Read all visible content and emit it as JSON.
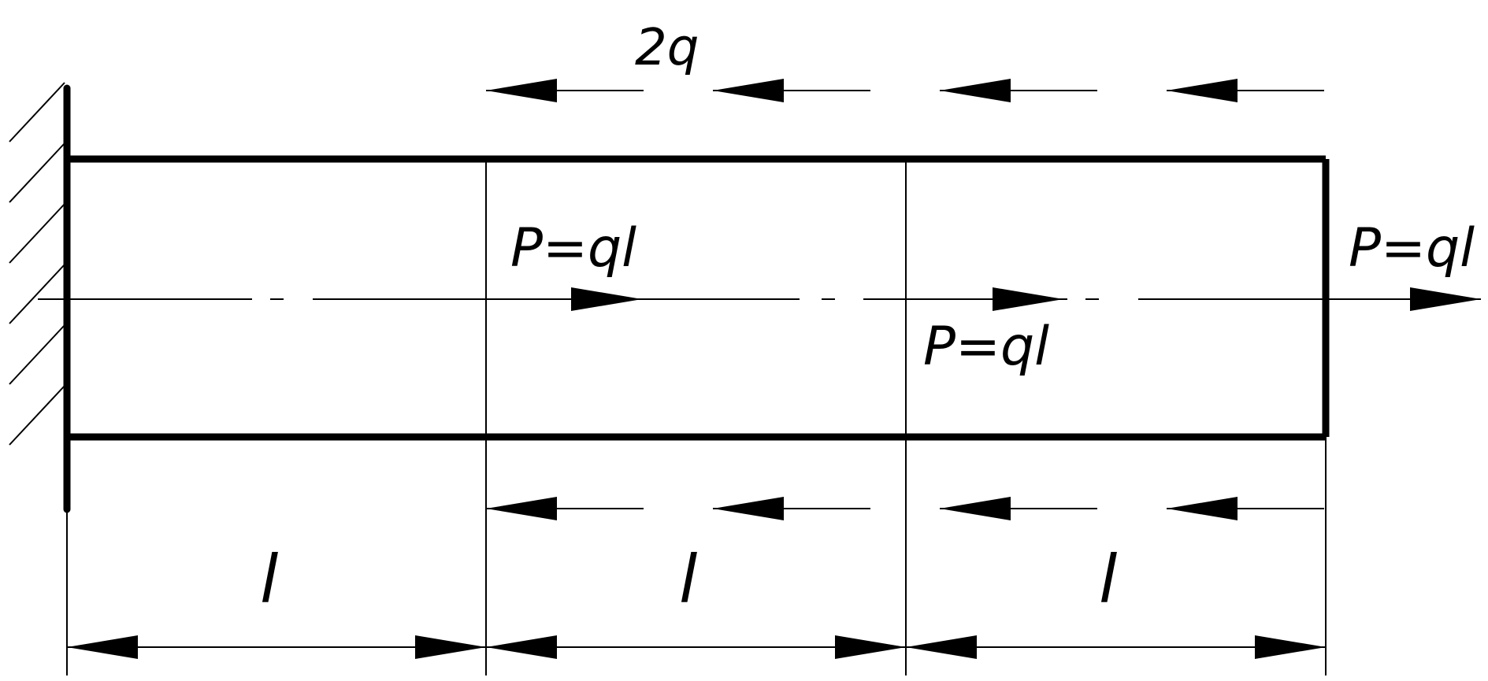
{
  "colors": {
    "ink": "#000000",
    "background": "#ffffff"
  },
  "labels": {
    "distributed_load": "2q",
    "force_1": "P=ql",
    "force_2": "P=ql",
    "force_3": "P=ql",
    "length_1": "l",
    "length_2": "l",
    "length_3": "l"
  }
}
